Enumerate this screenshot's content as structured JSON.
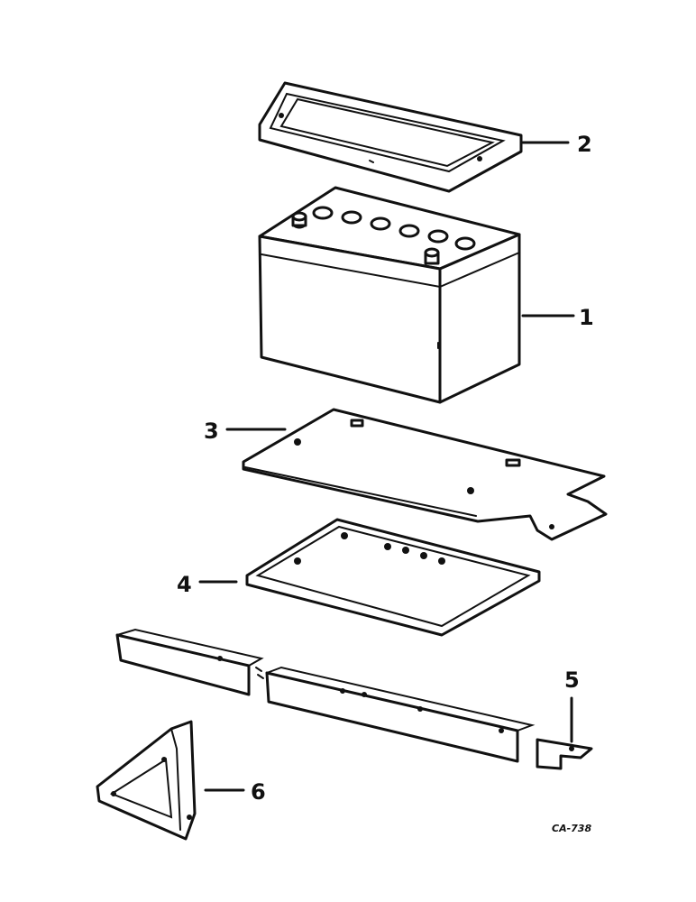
{
  "callouts": {
    "c1": "1",
    "c2": "2",
    "c3": "3",
    "c4": "4",
    "c5": "5",
    "c6": "6"
  },
  "figure_code": "CA-738"
}
